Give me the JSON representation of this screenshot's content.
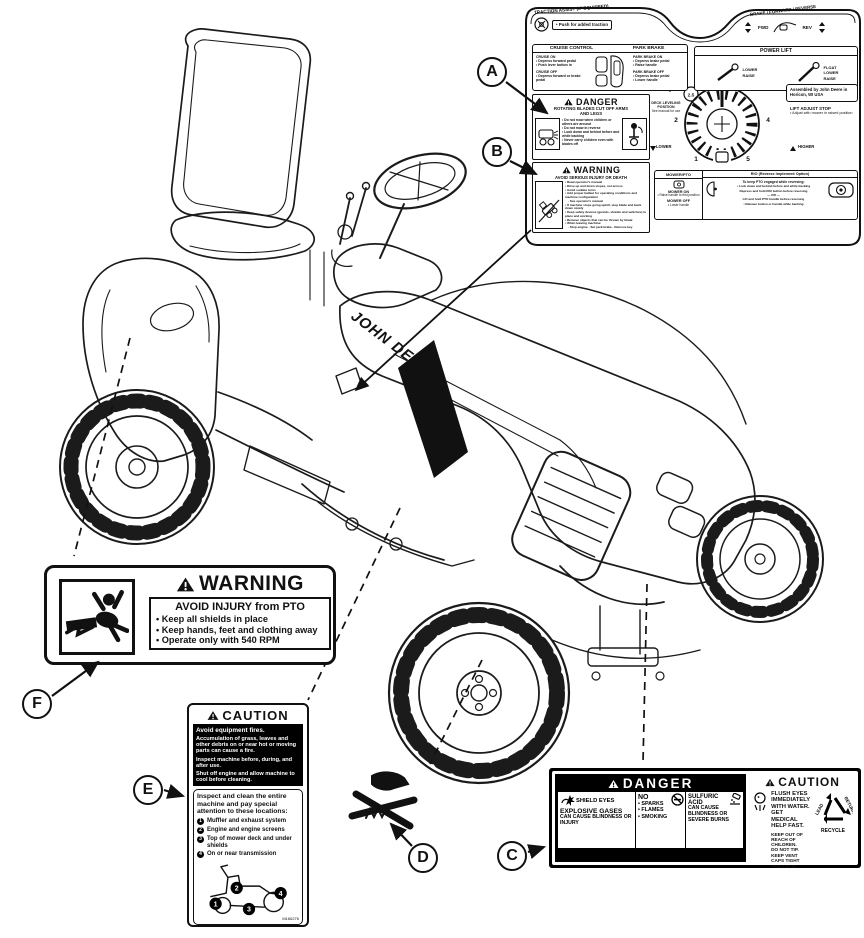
{
  "callouts": {
    "a": "A",
    "b": "B",
    "c": "C",
    "d": "D",
    "e": "E",
    "f": "F"
  },
  "tractor": {
    "brand": "JOHN DEERE"
  },
  "console": {
    "traction": {
      "title": "TRACTION ASSIST (IF EQUIPPED)",
      "bullet": "• Push for added traction"
    },
    "brake_band": {
      "title": "BRAKE / FORWARD / REVERSE",
      "fwd": "FWD",
      "rev": "REV"
    },
    "cruise": {
      "title": "CRUISE CONTROL",
      "on": "CRUISE ON",
      "on1": "• Depress forward pedal",
      "on2": "• Push lever button in",
      "off": "CRUISE OFF",
      "off1": "• Depress forward or brake pedal"
    },
    "park": {
      "title": "PARK BRAKE",
      "on": "PARK BRAKE ON",
      "on1": "• Depress brake pedal",
      "on2": "• Raise handle",
      "off": "PARK BRAKE OFF",
      "off1": "• Depress brake pedal",
      "off2": "• Lower handle"
    },
    "power_lift": {
      "title": "POWER LIFT",
      "lower": "LOWER",
      "raise": "RAISE",
      "float": "FLOAT",
      "lower2": "LOWER",
      "raise2": "RAISE"
    },
    "assembled": "Assembled by John Deere in Horicon, WI USA",
    "danger": {
      "title": "DANGER",
      "heading": "ROTATING BLADES CUT OFF ARMS AND LEGS",
      "b1": "• Do not mow when children or others are around",
      "b2": "• Do not mow in reverse",
      "b3": "• Look down and behind before and while backing",
      "b4": "• Never carry children even with blades off"
    },
    "warning": {
      "title": "WARNING",
      "heading": "AVOID SERIOUS INJURY OR DEATH",
      "b1": "• Read operator's manual",
      "b2": "• Drive up and down slopes, not across",
      "b3": "• Avoid sudden turns",
      "b4": "• Add proper ballast for operating conditions and machine configuration",
      "b5": "- See operator's manual",
      "b6": "• If machine stops going uphill, stop blade and back down slowly",
      "b7": "• Keep safety devices (guards, shields and switches) in place and working",
      "b8": "• Remove objects that can be thrown by blade",
      "b9": "• When leaving machine:",
      "b10": "- Stop engine  - Set park brake  - Remove key"
    },
    "dial": {
      "n1": "1",
      "n2": "2",
      "n3": "3",
      "n4": "4",
      "n5": "5",
      "deck_level_value": "2.5",
      "deck_level_title": "DECK LEVELING POSITION",
      "deck_level_note": "See manual for use",
      "lift_title": "LIFT ADJUST STOP",
      "lift_note": "• Adjust with mower in raised position",
      "lower": "LOWER",
      "higher": "HIGHER"
    },
    "mower_pto": {
      "title": "MOWER/PTO",
      "on": "MOWER ON",
      "on1": "• Raise handle to first position",
      "off": "MOWER OFF",
      "off1": "• Lower handle"
    },
    "rio": {
      "title": "RIO (Reverse Implement Option)",
      "l1": "To keep PTO engaged while reversing:",
      "l2": "• Look down and behind before and while backing",
      "l3": "Depress and hold RIO button before reversing",
      "l4": "— OR —",
      "l5": "Lift and hold PTO handle before reversing",
      "l6": "• Release button or handle while backing"
    }
  },
  "pto_label": {
    "title": "WARNING",
    "heading": "AVOID INJURY from PTO",
    "b1": "• Keep all shields in place",
    "b2": "• Keep hands, feet and clothing away",
    "b3": "• Operate only with 540 RPM"
  },
  "fire_label": {
    "title": "CAUTION",
    "p1": "Avoid equipment fires.",
    "p2": "Accumulation of grass, leaves and other debris on or near hot or moving parts can cause a fire.",
    "p3": "Inspect machine before, during, and after use.",
    "p4": "Shut off engine and allow machine to cool before cleaning.",
    "intro": "Inspect and clean the entire machine and pay special attention to these locations:",
    "i1": "Muffler and exhaust system",
    "i2": "Engine and engine screens",
    "i3": "Top of mower deck and under shields",
    "i4": "On or near transmission",
    "n1": "1",
    "n2": "2",
    "n3": "3",
    "n4": "4",
    "code": "M166276"
  },
  "battery_label": {
    "danger_title": "DANGER",
    "p1a": "SHIELD EYES",
    "p1b": "EXPLOSIVE GASES",
    "p1c": "CAN CAUSE BLINDNESS OR INJURY",
    "p2a": "NO",
    "p2b": "• SPARKS",
    "p2c": "• FLAMES",
    "p2d": "• SMOKING",
    "p3a": "SULFURIC ACID",
    "p3b": "CAN CAUSE BLINDNESS OR SEVERE BURNS",
    "caution_title": "CAUTION",
    "c1": "FLUSH EYES IMMEDIATELY WITH WATER. GET MEDICAL HELP FAST.",
    "c2": "KEEP OUT OF REACH OF CHILDREN.",
    "c3": "DO NOT TIP. KEEP VENT CAPS TIGHT AND LEVEL.",
    "r1": "LEAD",
    "r2": "RETURN",
    "r3": "RECYCLE"
  }
}
